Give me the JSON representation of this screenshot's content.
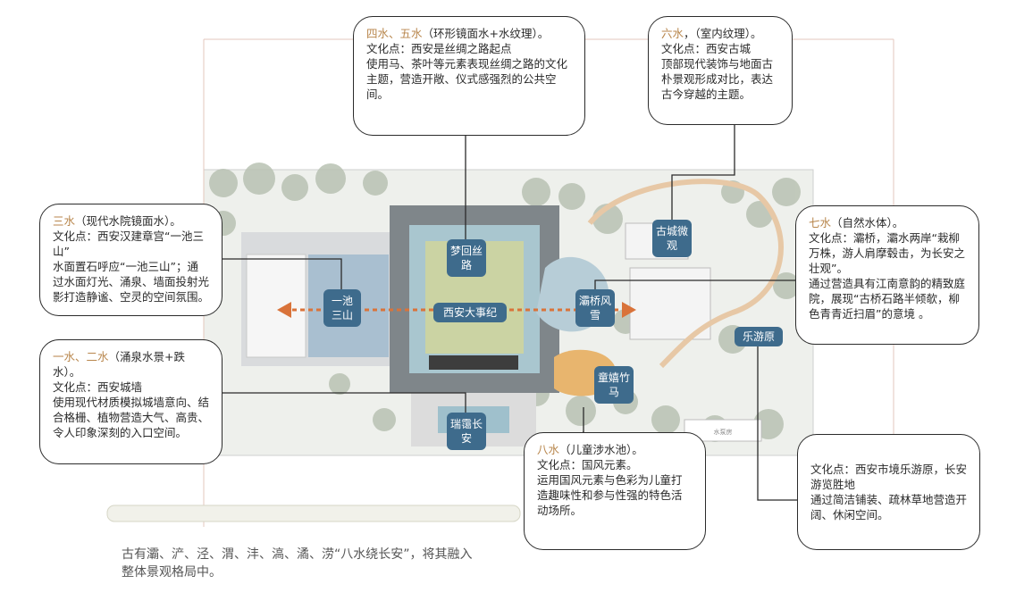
{
  "callouts": {
    "c45": {
      "title_accent": "四水、五水",
      "title_rest": "（环形镜面水+水纹理）。",
      "lines": [
        "文化点：西安是丝绸之路起点",
        "使用马、茶叶等元素表现丝绸之路的文化主题，营造开敞、仪式感强烈的公共空间。"
      ]
    },
    "c6": {
      "title_accent": "六水",
      "title_rest": "，（室内纹理）。",
      "lines": [
        "文化点：西安古城",
        "顶部现代装饰与地面古朴景观形成对比，表达古今穿越的主题。"
      ]
    },
    "c3": {
      "title_accent": "三水",
      "title_rest": "（现代水院镜面水）。",
      "lines": [
        "文化点：西安汉建章宫“一池三山”",
        "水面置石呼应“一池三山”；通过水面灯光、涌泉、墙面投射光影打造静谧、空灵的空间氛围。"
      ]
    },
    "c7": {
      "title_accent": "七水",
      "title_rest": "（自然水体）。",
      "lines": [
        "文化点：灞桥，灞水两岸“栽柳万株，游人肩摩毂击，为长安之壮观”。",
        "通过营造具有江南意韵的精致庭院，展现“古桥石路半倾欹，柳色青青近扫眉”的意境 。"
      ]
    },
    "c12": {
      "title_accent": "一水、二水",
      "title_rest": "（涌泉水景+跌水）。",
      "lines": [
        "文化点：西安城墙",
        "使用现代材质模拟城墙意向、结合格栅、植物营造大气、高贵、令人印象深刻的入口空间。"
      ]
    },
    "c8": {
      "title_accent": "八水",
      "title_rest": "（儿童涉水池）。",
      "lines": [
        "文化点：国风元素。",
        "运用国风元素与色彩为儿童打造趣味性和参与性强的特色活动场所。"
      ]
    },
    "cly": {
      "title_accent": "",
      "title_rest": "",
      "lines": [
        "文化点：西安市境乐游原，长安游览胜地",
        "通过简洁铺装、疏林草地营造开阔、休闲空间。"
      ]
    }
  },
  "tags": {
    "menghui": "梦回丝路",
    "gucheng": "古城微观",
    "yichi": "一池三山",
    "dashiji": "西安大事纪",
    "baqiao": "灞桥风雪",
    "leyouyuan": "乐游原",
    "tongxi": "童嬉竹马",
    "ruiai": "瑞霭长安"
  },
  "plan_labels": {
    "pump_room": "水泵房"
  },
  "caption": "古有灞、浐、泾、渭、沣、滈、潏、涝“八水绕长安”，将其融入整体景观格局中。",
  "colors": {
    "accent": "#b8864c",
    "tag": "#3e6b8c",
    "arrow": "#d9733a"
  }
}
